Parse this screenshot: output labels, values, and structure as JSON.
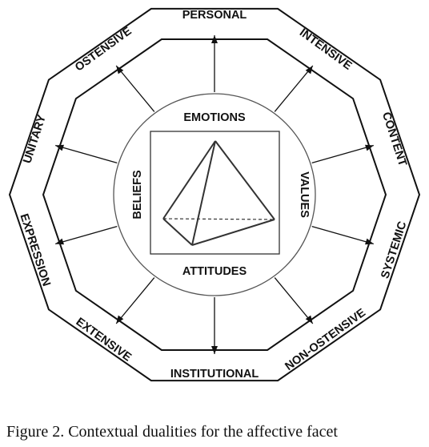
{
  "outer_labels": [
    "PERSONAL",
    "INTENSIVE",
    "CONTENT",
    "SYSTEMIC",
    "NON-OSTENSIVE",
    "INSTITUTIONAL",
    "EXTENSIVE",
    "EXPRESSION",
    "UNITARY",
    "OSTENSIVE"
  ],
  "inner_labels": {
    "top": "EMOTIONS",
    "right": "VALUES",
    "bottom": "ATTITUDES",
    "left": "BELIEFS"
  },
  "caption": "Figure 2. Contextual dualities for the affective facet"
}
